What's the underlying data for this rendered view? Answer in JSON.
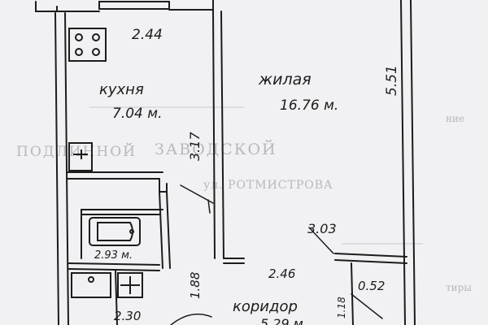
{
  "rooms": {
    "kitchen": {
      "name": "кухня",
      "area": "7.04 м."
    },
    "living": {
      "name": "жилая",
      "area": "16.76 м."
    },
    "bathroom": {
      "area": "2.93 м."
    },
    "corridor": {
      "name": "коридор",
      "area": "5.29 м."
    }
  },
  "dimensions": {
    "kitchen_width": "2.44",
    "kitchen_wall_height": "3.17",
    "living_length": "5.51",
    "living_width": "3.03",
    "corridor_width": "2.46",
    "bath_depth": "1.88",
    "wc_width": "2.30",
    "storage_width": "0.52",
    "corridor_depth": "1.18"
  },
  "background_bleed": {
    "line1": "ЗАВОДСКОЙ",
    "line2": "ул. РОТМИСТРОВА",
    "line3": "ПОДЛИННОЙ",
    "word_right": "ние",
    "word_right2": "тиры"
  },
  "colors": {
    "ink": "#1c1c1c",
    "paper": "#f1f0f2",
    "bleed": "#b9b7bb"
  }
}
